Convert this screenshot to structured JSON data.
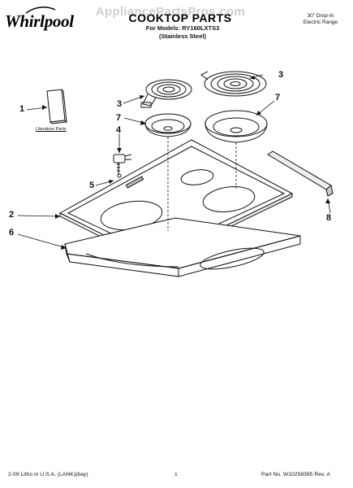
{
  "header": {
    "brand": "Whirlpool",
    "watermark": "AppliancePartsPros.com",
    "title": "COOKTOP PARTS",
    "models_line": "For Models: RY160LXTS3",
    "finish_line": "(Stainless Steel)",
    "range_type_line1": "30\" Drop-In",
    "range_type_line2": "Electric Range"
  },
  "diagram": {
    "literature_label": "Literature Parts",
    "callouts": {
      "c1": "1",
      "c2": "2",
      "c3a": "3",
      "c3b": "3",
      "c4": "4",
      "c5": "5",
      "c6": "6",
      "c7a": "7",
      "c7b": "7",
      "c8": "8"
    }
  },
  "footer": {
    "litho": "2-09 Litho in U.S.A. (LANK)(bay)",
    "page": "1",
    "part_no": "Part No. W10258395 Rev. A"
  }
}
